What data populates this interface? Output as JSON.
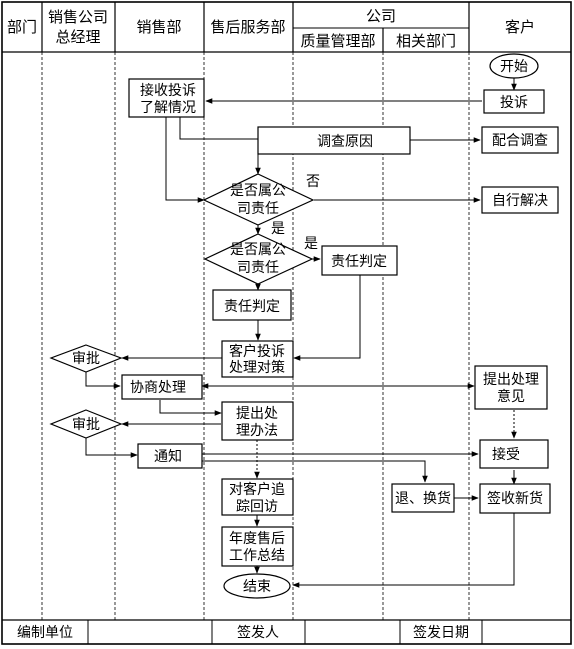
{
  "header": {
    "dept": "部门",
    "gm_line1": "销售公司",
    "gm_line2": "总经理",
    "sales": "销售部",
    "aftersales": "售后服务部",
    "company": "公司",
    "quality": "质量管理部",
    "related": "相关部门",
    "customer": "客户"
  },
  "nodes": {
    "start": "开始",
    "receive_l1": "接收投诉",
    "receive_l2": "了解情况",
    "complaint": "投诉",
    "investigate": "调查原因",
    "cooperate": "配合调查",
    "decision1_l1": "是否属公",
    "decision1_l2": "司责任",
    "no_label": "否",
    "self_resolve": "自行解决",
    "yes_label1": "是",
    "decision2_l1": "是否属公",
    "decision2_l2": "司责任",
    "yes_label2": "是",
    "resp_judge_quality": "责任判定",
    "resp_judge_after": "责任判定",
    "measures_l1": "客户投诉",
    "measures_l2": "处理对策",
    "approve1": "审批",
    "negotiate": "协商处理",
    "propose_l1": "提出处理",
    "propose_l2": "意见",
    "approve2": "审批",
    "method_l1": "提出处",
    "method_l2": "理办法",
    "notify": "通知",
    "accept": "接受",
    "followup_l1": "对客户追",
    "followup_l2": "踪回访",
    "exchange": "退、换货",
    "receive_goods": "签收新货",
    "summary_l1": "年度售后",
    "summary_l2": "工作总结",
    "end": "结束"
  },
  "footer": {
    "unit": "编制单位",
    "issuer": "签发人",
    "date": "签发日期"
  }
}
